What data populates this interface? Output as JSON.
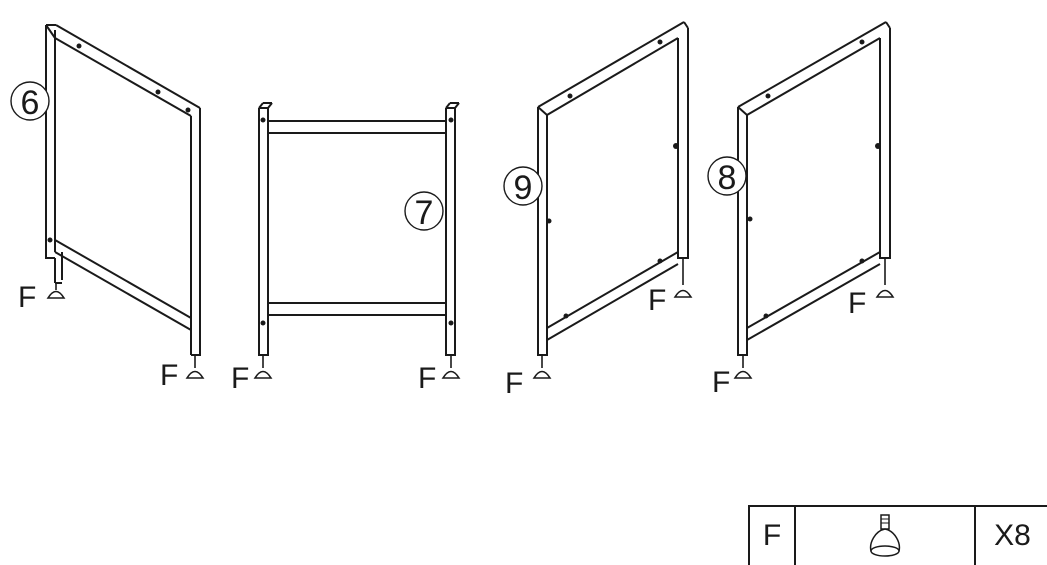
{
  "panels": [
    {
      "id": "panel-6",
      "callout": "6",
      "foot_labels": [
        "F",
        "F"
      ]
    },
    {
      "id": "panel-7",
      "callout": "7",
      "foot_labels": [
        "F",
        "F"
      ]
    },
    {
      "id": "panel-9",
      "callout": "9",
      "foot_labels": [
        "F",
        "F"
      ]
    },
    {
      "id": "panel-8",
      "callout": "8",
      "foot_labels": [
        "F",
        "F"
      ]
    }
  ],
  "parts_table": {
    "part_letter": "F",
    "part_icon": "leveling-foot-icon",
    "quantity": "X8"
  },
  "colors": {
    "line": "#1a1a1a",
    "background": "#ffffff"
  }
}
